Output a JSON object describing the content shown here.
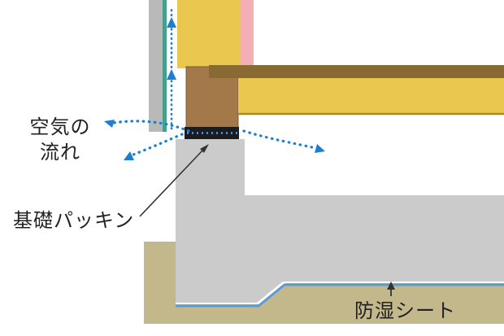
{
  "labels": {
    "airflow_line1": "空気の",
    "airflow_line2": "流れ",
    "packing": "基礎パッキン",
    "sheet": "防湿シート"
  },
  "colors": {
    "wall_yellow": "#eac74e",
    "floor_yellow": "#eac74e",
    "beam_brown": "#8a6a33",
    "post_brown": "#a4794a",
    "post_brown_edge": "#7a5a33",
    "pink_layer": "#f3afb4",
    "siding_gray": "#b9b9b9",
    "vent_green": "#44a08a",
    "concrete_gray": "#cbcbcb",
    "ground_tan": "#c3b78c",
    "packing_black": "#1c1c1c",
    "packing_dots_blue": "#5599ff",
    "arrow_blue": "#1e7fd0",
    "sheet_blue": "#5b9bd5",
    "floor_edge": "#a58a2e",
    "leader_dark": "#333333"
  }
}
